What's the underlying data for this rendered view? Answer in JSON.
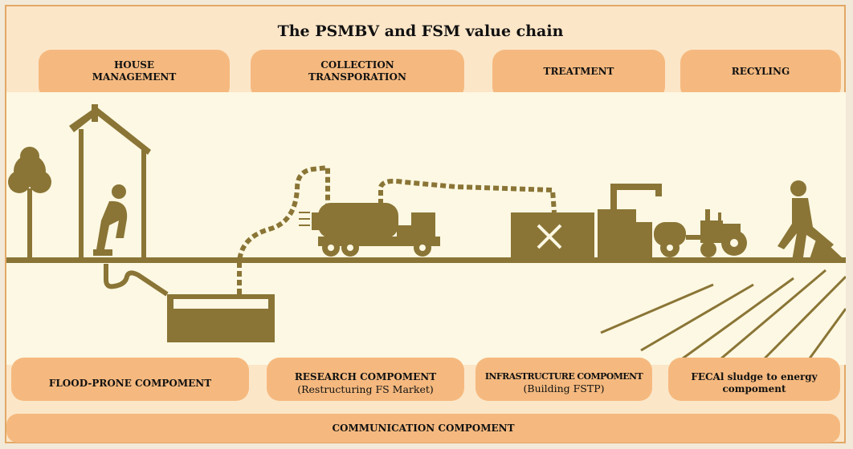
{
  "title": "The PSMBV and FSM value chain",
  "stages": [
    {
      "label_line1": "HOUSE",
      "label_line2": "MANAGEMENT"
    },
    {
      "label_line1": "COLLECTION",
      "label_line2": "TRANSPORATION"
    },
    {
      "label": "TREATMENT"
    },
    {
      "label": "RECYLING"
    }
  ],
  "components": [
    {
      "label": "FLOOD-PRONE COMPOMENT",
      "sub": ""
    },
    {
      "label": "RESEARCH COMPOMENT",
      "sub": "(Restructuring FS Market)"
    },
    {
      "label": "INFRASTRUCTURE COMPOMENT",
      "sub": "(Building FSTP)"
    },
    {
      "label_line1": "FECAl sludge to energy",
      "label_line2": "compoment"
    }
  ],
  "communication": "COMMUNICATION COMPOMENT",
  "colors": {
    "frame_bg": "#fce6c8",
    "border": "#e2a866",
    "pill": "#f5b97f",
    "scene_bg": "#fdf8e3",
    "illustration": "#8a7536"
  }
}
